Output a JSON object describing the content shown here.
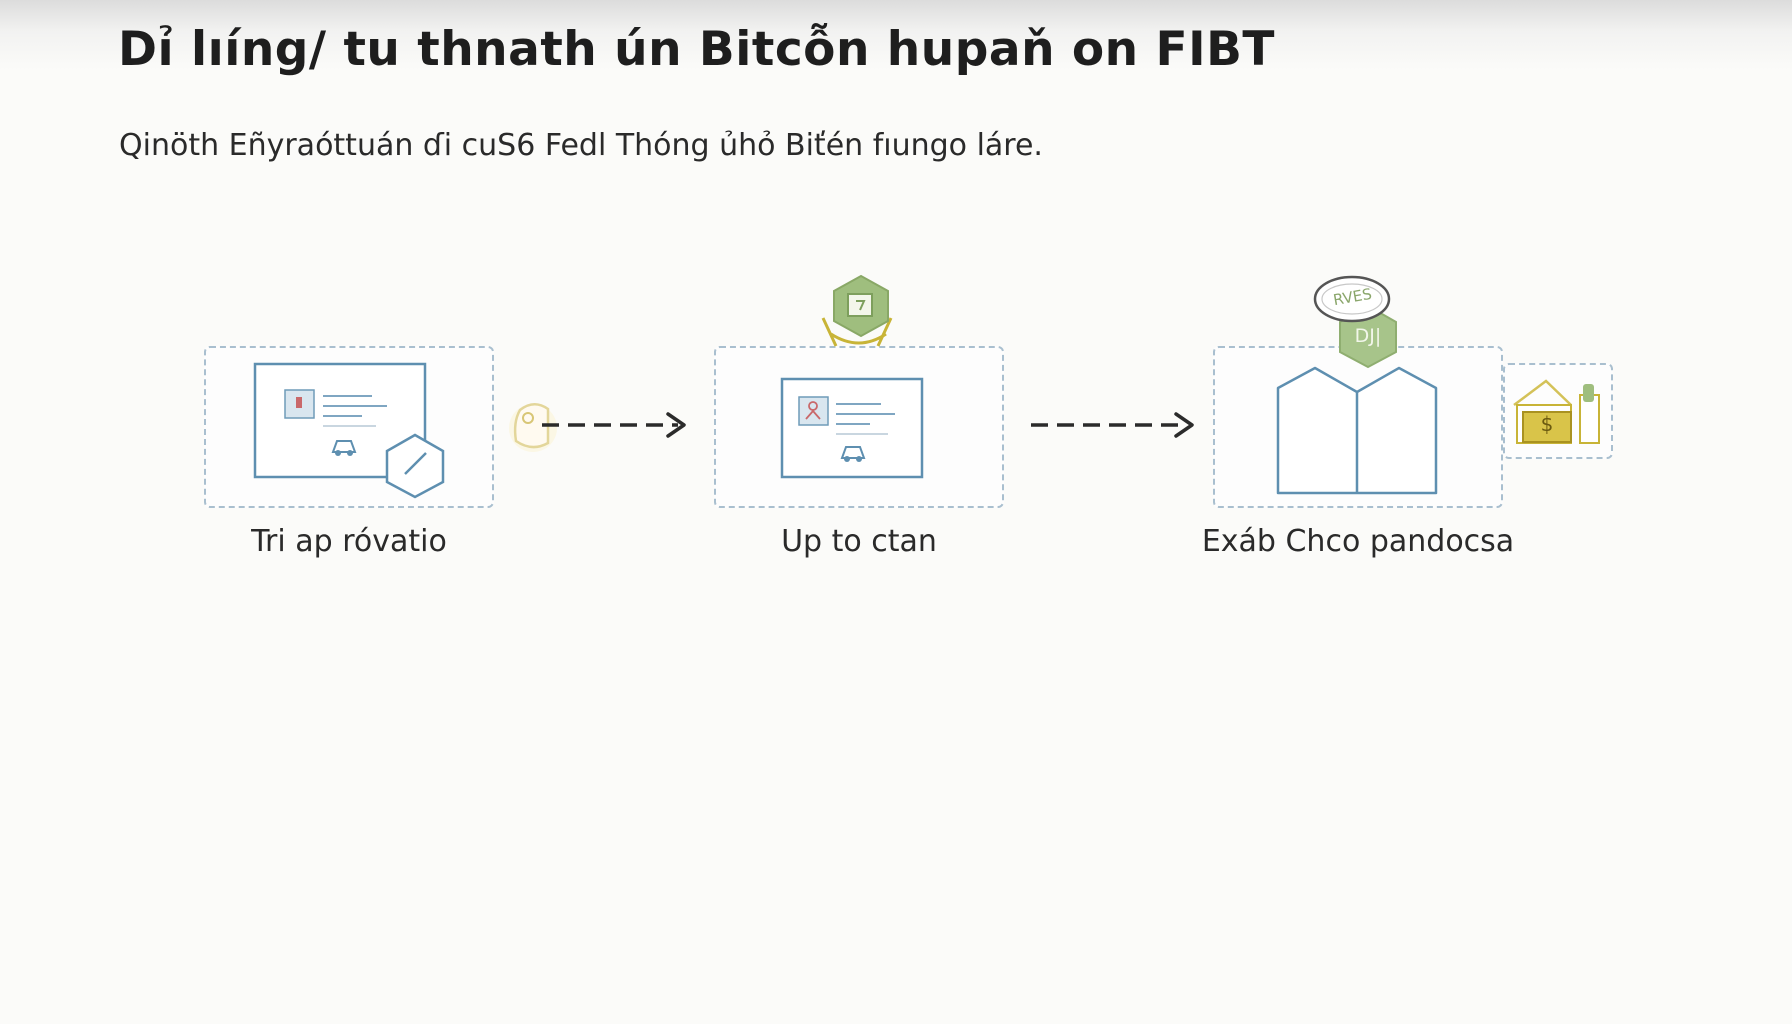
{
  "header": {
    "title": "Dỉ lıı́ng/ tu thnath ún Bitcỗn hupaň on FIBT",
    "subtitle": "Qinöth Eñyraóttuán ɗi cuS6 Fedl Thóng ủhỏ Biťén fıungo láre."
  },
  "steps": [
    {
      "label": "Tri ap róvatio"
    },
    {
      "label": "Up to ctan"
    },
    {
      "label": "Exáb Chco pandocsa"
    }
  ],
  "badges": {
    "cloud_text": "RVES",
    "hex_text": "DJ|",
    "money_symbol": "$"
  },
  "colors": {
    "panel_border": "#a9bfcf",
    "card_stroke": "#5e8fb0",
    "green": "#9fbe7e",
    "gold": "#c8b437",
    "arrow": "#2b2b2b"
  }
}
